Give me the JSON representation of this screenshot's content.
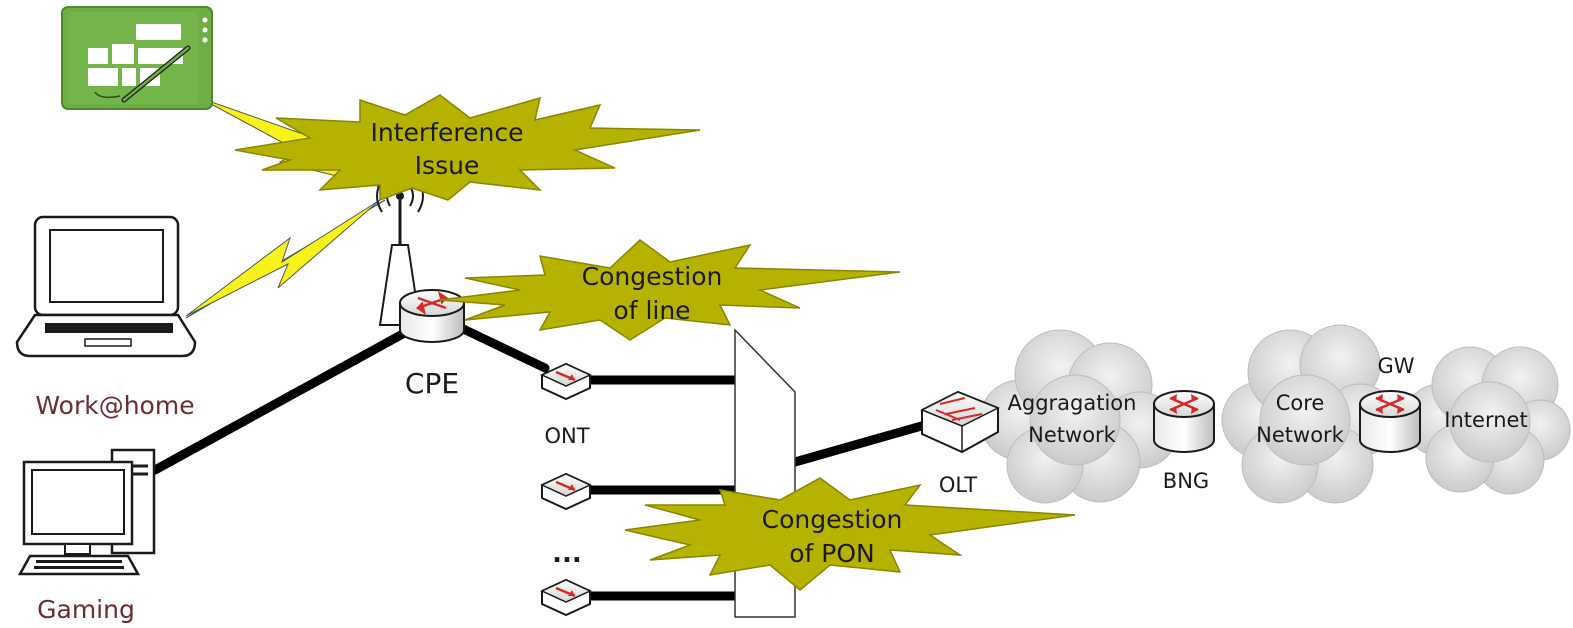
{
  "devices": {
    "laptop_label": "Work@home",
    "desktop_label": "Gaming",
    "cpe_label": "CPE",
    "ont_label": "ONT",
    "ellipsis": "...",
    "olt_label": "OLT",
    "bng_label": "BNG",
    "gw_label": "GW"
  },
  "clouds": {
    "aggregation": [
      "Aggragation",
      "Network"
    ],
    "core": [
      "Core",
      "Network"
    ],
    "internet": "Internet"
  },
  "issues": {
    "interference": [
      "Interference",
      "Issue"
    ],
    "line_congestion": [
      "Congestion",
      "of line"
    ],
    "pon_congestion": [
      "Congestion",
      "of PON"
    ]
  },
  "colors": {
    "burst_fill": "#b5b300",
    "burst_stroke": "#8a8500",
    "lightning_fill": "#f6f21a",
    "tablet_green": "#6fae45",
    "router_red": "#d42a2a",
    "cloud_gray": "#c8c8c8"
  }
}
